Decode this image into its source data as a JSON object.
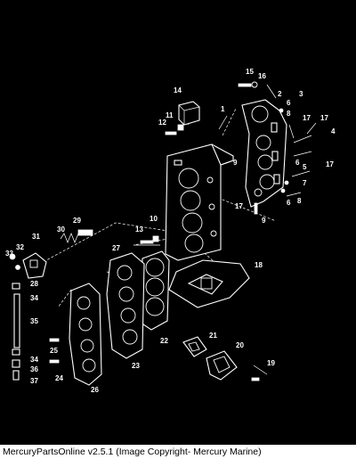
{
  "footer": {
    "caption": "MercuryPartsOnline v2.5.1 (Image Copyright- Mercury Marine)"
  },
  "callouts": [
    "1",
    "2",
    "3",
    "4",
    "5",
    "6",
    "7",
    "8",
    "9",
    "10",
    "11",
    "12",
    "13",
    "14",
    "15",
    "16",
    "17",
    "18",
    "19",
    "20",
    "21",
    "22",
    "23",
    "24",
    "25",
    "26",
    "27",
    "28",
    "29",
    "30",
    "31",
    "32",
    "33",
    "34",
    "35",
    "36",
    "37"
  ]
}
